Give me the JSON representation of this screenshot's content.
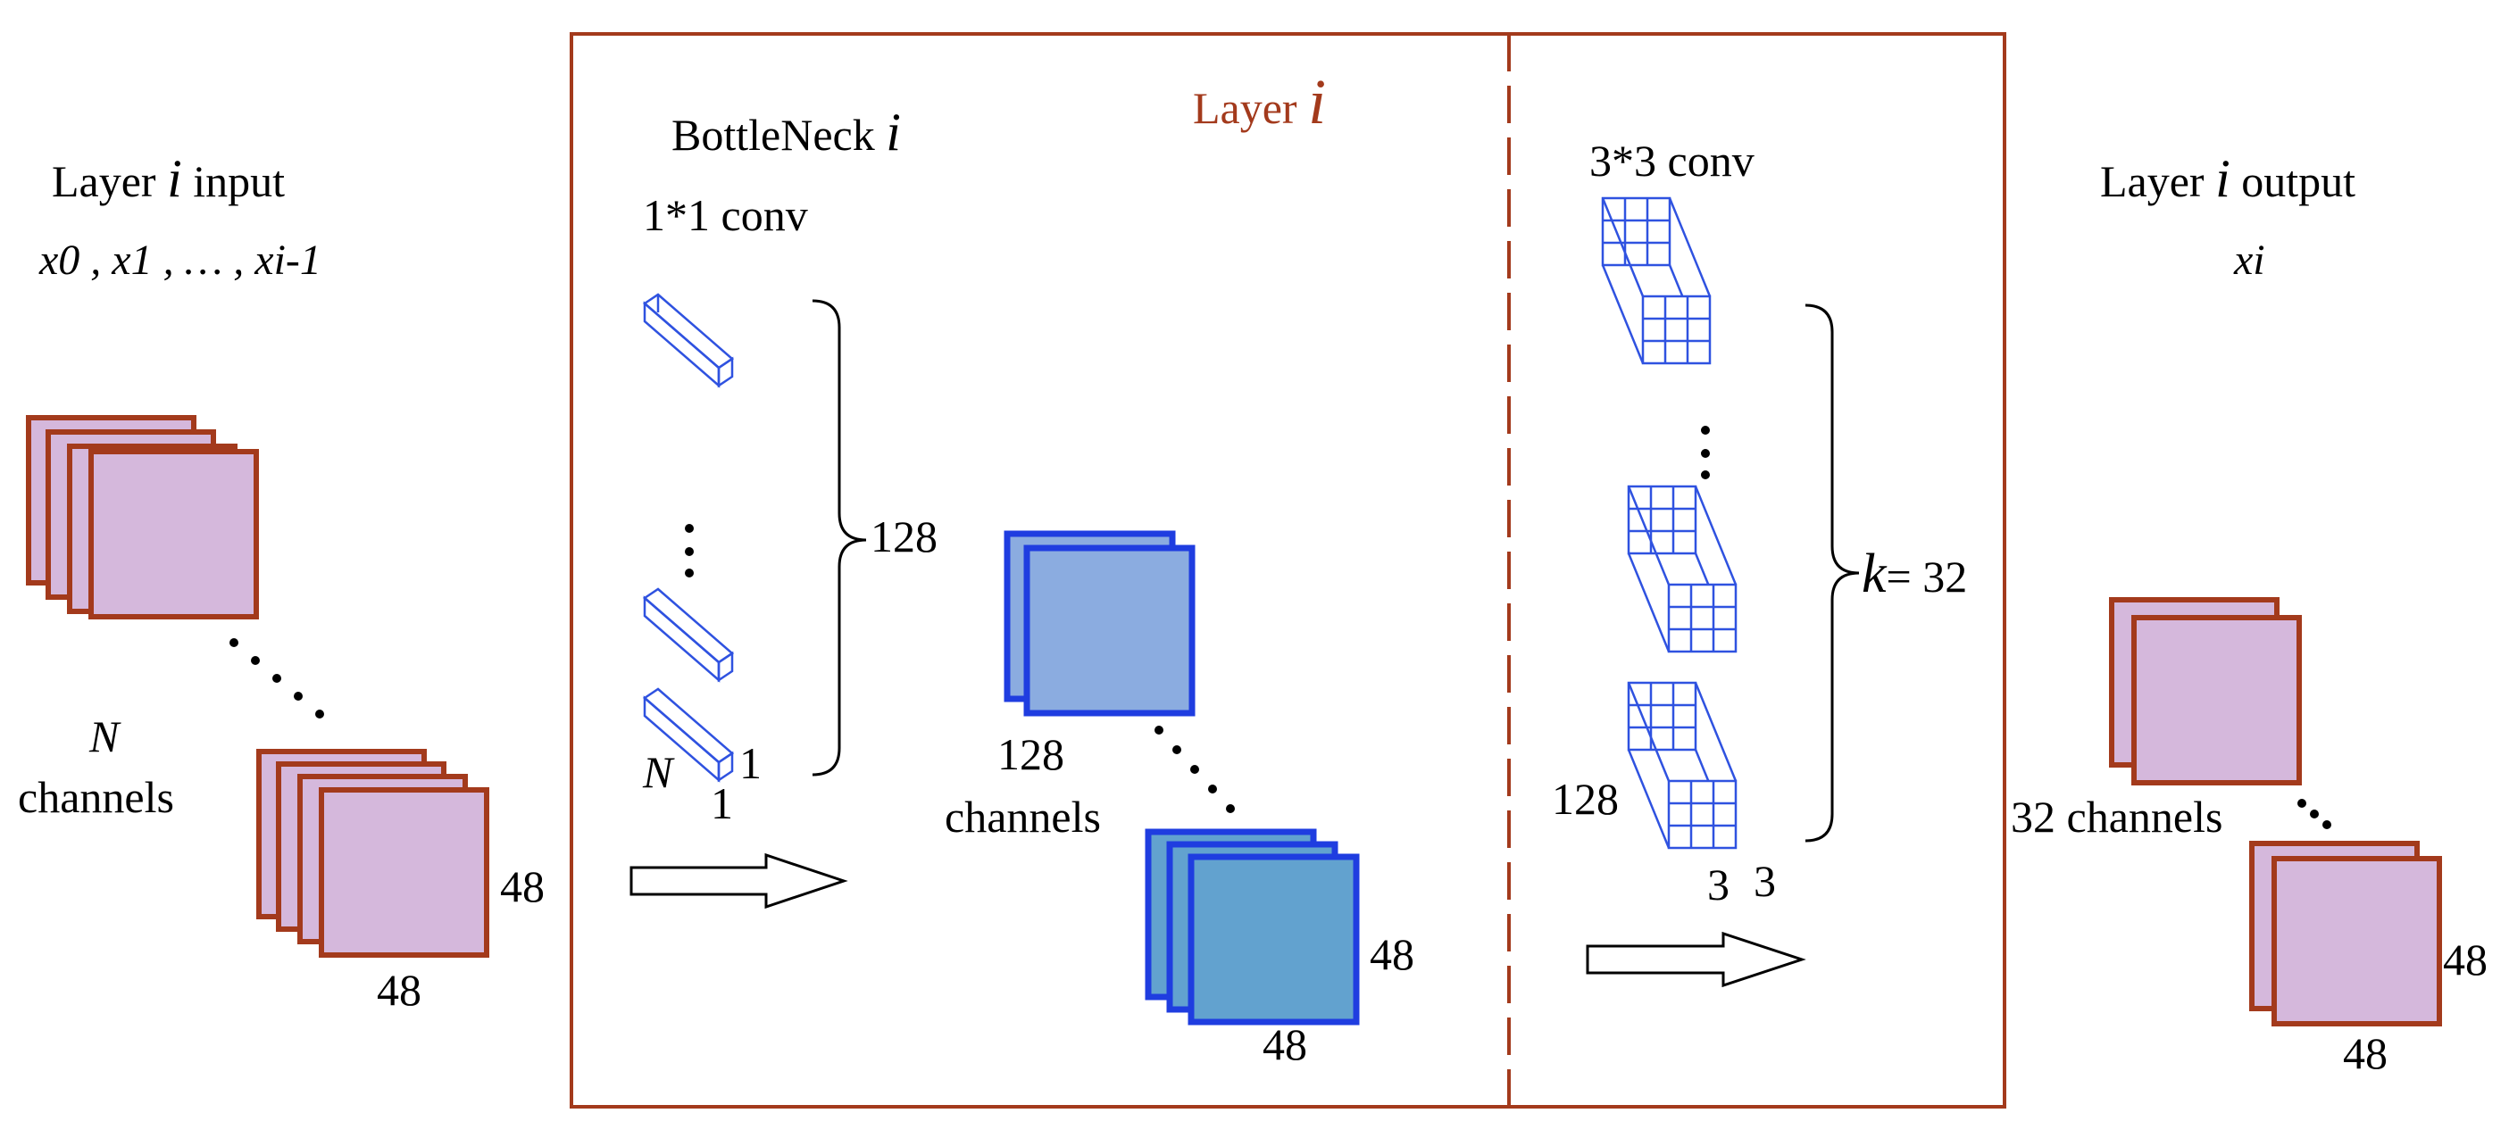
{
  "colors": {
    "frame": "#a33a1c",
    "input_fill": "#d5b8dc",
    "blue_outline": "#1f3de0",
    "bottleneck_fill": "#8bace0",
    "bottleneck_small_fill": "#62a2cf",
    "kernel_stroke": "#2f52e0"
  },
  "input": {
    "title_prefix": "Layer",
    "title_var": "i",
    "title_suffix": "input",
    "vars": "x0 , x1 , … , xi-1",
    "n_label": "N",
    "channels_label": "channels",
    "size_h": "48",
    "size_w": "48"
  },
  "layer": {
    "title_prefix": "Layer",
    "title_var": "i"
  },
  "bottleneck": {
    "title_prefix": "BottleNeck",
    "title_var": "i",
    "conv_label": "1*1 conv",
    "count": "128",
    "kernel_n": "N",
    "kernel_dim1": "1",
    "kernel_dim2": "1",
    "out_count": "128",
    "out_channels": "channels",
    "out_h": "48",
    "out_w": "48"
  },
  "conv33": {
    "conv_label": "3*3 conv",
    "k_var": "k",
    "k_eq": "= 32",
    "kernel_depth": "128",
    "kernel_dim1": "3",
    "kernel_dim2": "3"
  },
  "output": {
    "title_prefix": "Layer",
    "title_var": "i",
    "title_suffix": "output",
    "var": "xi",
    "channels_label": "32 channels",
    "size_h": "48",
    "size_w": "48"
  }
}
